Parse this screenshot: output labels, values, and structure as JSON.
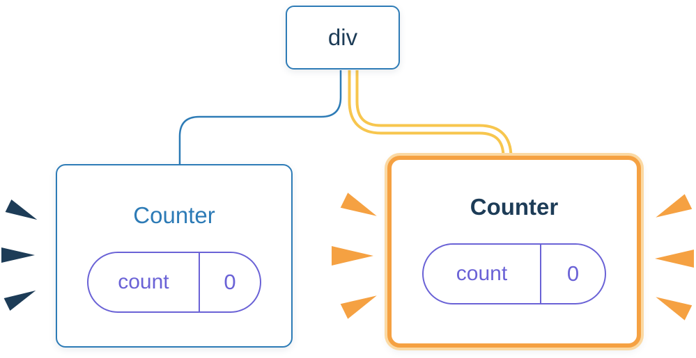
{
  "tree": {
    "root": {
      "label": "div"
    },
    "children": [
      {
        "title": "Counter",
        "state": {
          "key": "count",
          "value": "0"
        },
        "highlighted": false
      },
      {
        "title": "Counter",
        "state": {
          "key": "count",
          "value": "0"
        },
        "highlighted": true
      }
    ]
  },
  "icons": {
    "left_counter_bursts": "render-burst-icon",
    "right_counter_bursts": "render-burst-icon"
  },
  "colors": {
    "blue": "#2d7bb6",
    "navy": "#1d3c57",
    "purple": "#6a62d6",
    "orange": "#f5a142",
    "pale-orange": "#fbd9a3",
    "tube-yellow": "#f7c64e",
    "bg": "#ffffff"
  }
}
